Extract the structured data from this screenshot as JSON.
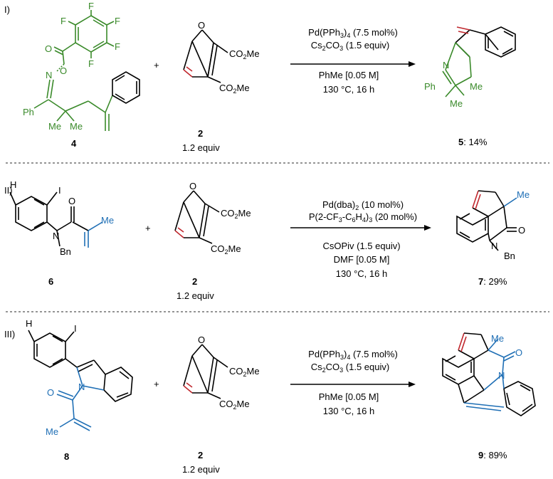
{
  "colors": {
    "black": "#000000",
    "green": "#3a8a2a",
    "blue": "#1f6fb5",
    "red": "#c0282e",
    "divider": "#555555"
  },
  "reactions": [
    {
      "roman": "I)",
      "substrate": {
        "number": "4",
        "labels": {
          "F": "F",
          "O_carbonyl": "O",
          "O_link": "O",
          "N": "N",
          "Ph": "Ph",
          "Me1": "Me",
          "Me2": "Me"
        }
      },
      "plus": "+",
      "reagent": {
        "number": "2",
        "equiv": "1.2 equiv",
        "labels": {
          "O": "O",
          "CO2Me_a": "CO",
          "CO2Me_a_sub": "2",
          "CO2Me_a_tail": "Me",
          "CO2Me_b": "CO",
          "CO2Me_b_sub": "2",
          "CO2Me_b_tail": "Me"
        }
      },
      "conditions": {
        "line1": "Pd(PPh",
        "line1_sub": "3",
        "line1_sub2": "4",
        "line1_tail": " (7.5 mol%)",
        "line2": "Cs",
        "line2_sub": "2",
        "line2_mid": "CO",
        "line2_sub2": "3",
        "line2_tail": " (1.5 equiv)",
        "line3": "PhMe [0.05 M]",
        "line4": "130 °C, 16 h"
      },
      "product": {
        "number": "5",
        "yield": ": 14%",
        "labels": {
          "N": "N",
          "Ph": "Ph",
          "Me1": "Me",
          "Me2": "Me"
        }
      }
    },
    {
      "roman": "II)",
      "substrate": {
        "number": "6",
        "labels": {
          "H": "H",
          "I": "I",
          "O": "O",
          "N": "N",
          "Bn": "Bn",
          "Me": "Me"
        }
      },
      "plus": "+",
      "reagent": {
        "number": "2",
        "equiv": "1.2 equiv",
        "labels": {
          "O": "O",
          "CO2Me_a": "CO",
          "CO2Me_a_sub": "2",
          "CO2Me_a_tail": "Me",
          "CO2Me_b": "CO",
          "CO2Me_b_sub": "2",
          "CO2Me_b_tail": "Me"
        }
      },
      "conditions": {
        "line1": "Pd(dba)",
        "line1_sub": "2",
        "line1_tail": " (10 mol%)",
        "line2": "P(2-CF",
        "line2_sub": "3",
        "line2_mid": "-C",
        "line2_sub2": "6",
        "line2_mid2": "H",
        "line2_sub3": "4",
        "line2_tail": ")",
        "line2_sub4": "3",
        "line2_tail2": " (20 mol%)",
        "line3": "CsOPiv (1.5 equiv)",
        "line4": "DMF [0.05 M]",
        "line5": "130 °C, 16 h"
      },
      "product": {
        "number": "7",
        "yield": ": 29%",
        "labels": {
          "Me": "Me",
          "O": "O",
          "N": "N",
          "Bn": "Bn"
        }
      }
    },
    {
      "roman": "III)",
      "substrate": {
        "number": "8",
        "labels": {
          "H": "H",
          "I": "I",
          "N": "N",
          "O": "O",
          "Me": "Me"
        }
      },
      "plus": "+",
      "reagent": {
        "number": "2",
        "equiv": "1.2 equiv",
        "labels": {
          "O": "O",
          "CO2Me_a": "CO",
          "CO2Me_a_sub": "2",
          "CO2Me_a_tail": "Me",
          "CO2Me_b": "CO",
          "CO2Me_b_sub": "2",
          "CO2Me_b_tail": "Me"
        }
      },
      "conditions": {
        "line1": "Pd(PPh",
        "line1_sub": "3",
        "line1_sub2": "4",
        "line1_tail": " (7.5 mol%)",
        "line2": "Cs",
        "line2_sub": "2",
        "line2_mid": "CO",
        "line2_sub2": "3",
        "line2_tail": " (1.5 equiv)",
        "line3": "PhMe [0.05 M]",
        "line4": "130 °C, 16 h"
      },
      "product": {
        "number": "9",
        "yield": ": 89%",
        "labels": {
          "Me": "Me",
          "O": "O",
          "N": "N"
        }
      }
    }
  ]
}
